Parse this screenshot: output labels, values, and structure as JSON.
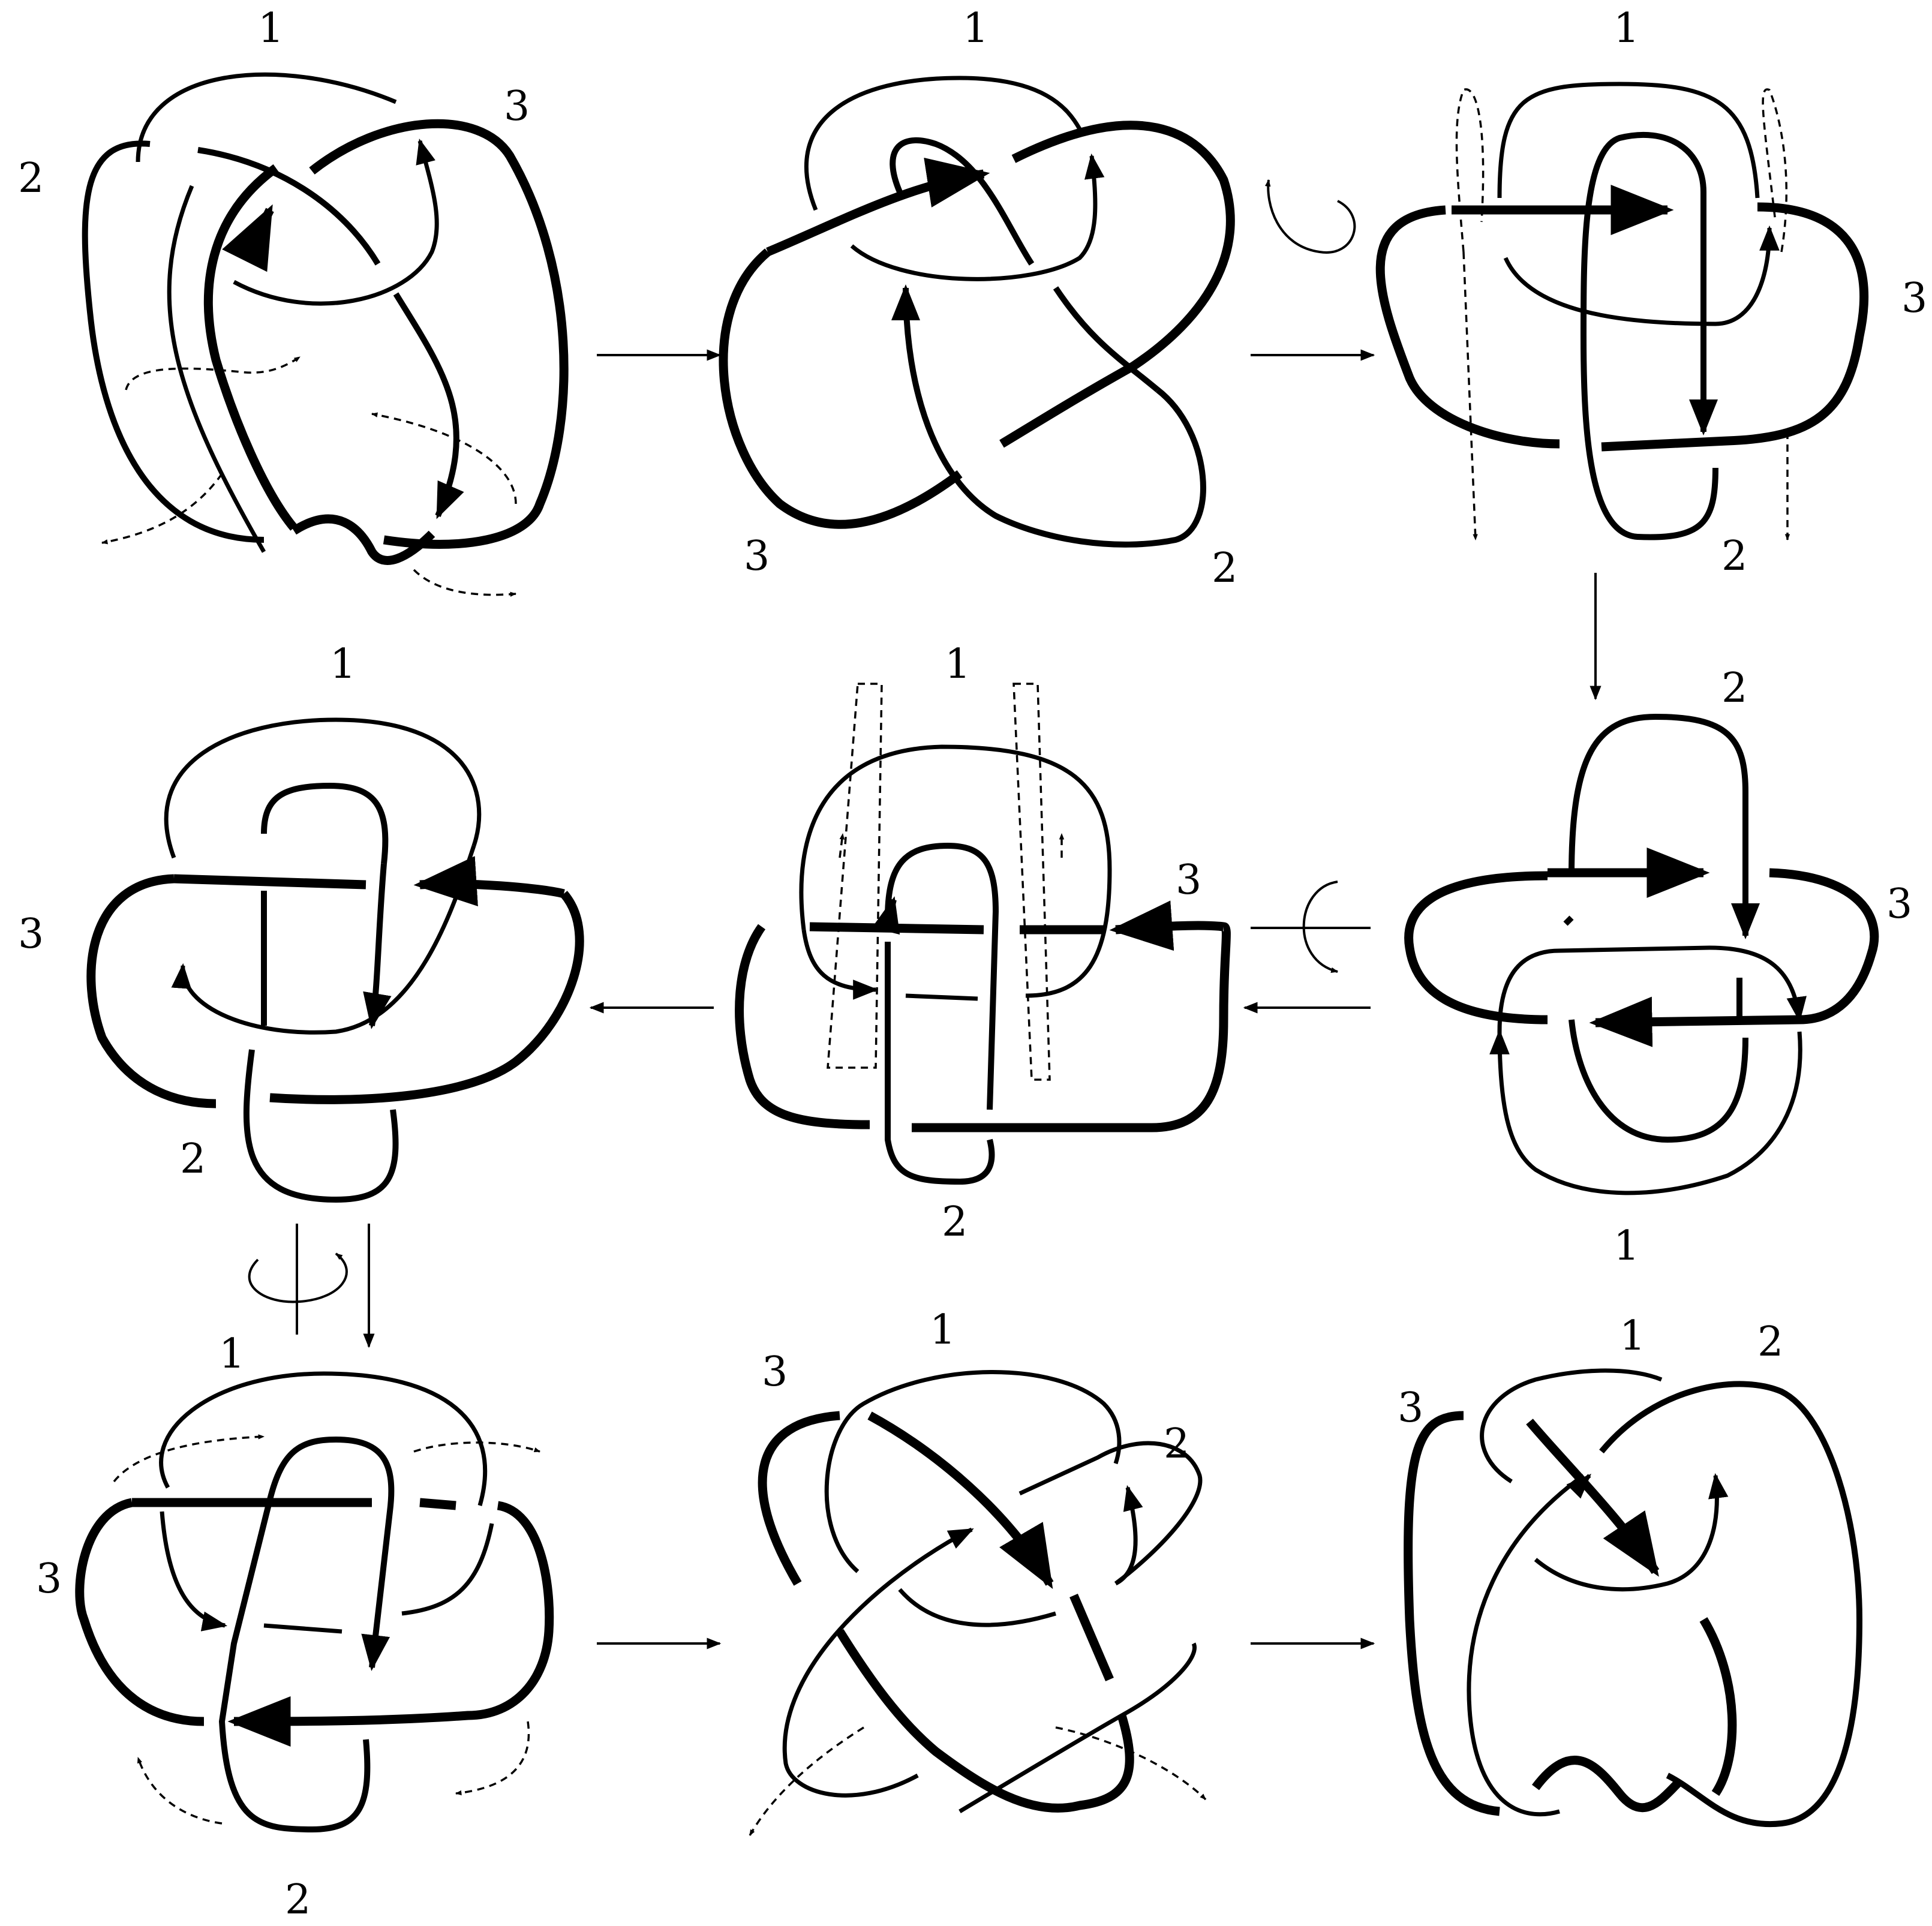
{
  "panels": [
    {
      "id": "p1",
      "labels": [
        "1",
        "2",
        "3"
      ]
    },
    {
      "id": "p2",
      "labels": [
        "1",
        "3",
        "2"
      ]
    },
    {
      "id": "p3",
      "labels": [
        "1",
        "3",
        "2"
      ]
    },
    {
      "id": "p4",
      "labels": [
        "1",
        "3",
        "2"
      ]
    },
    {
      "id": "p5",
      "labels": [
        "1",
        "3",
        "2"
      ]
    },
    {
      "id": "p6",
      "labels": [
        "2",
        "3",
        "1"
      ]
    },
    {
      "id": "p7",
      "labels": [
        "1",
        "3",
        "2"
      ]
    },
    {
      "id": "p8",
      "labels": [
        "3",
        "1",
        "2"
      ]
    },
    {
      "id": "p9",
      "labels": [
        "3",
        "1",
        "2"
      ]
    }
  ],
  "icons": [
    "arrow-right-icon",
    "arrow-down-icon",
    "arrow-left-icon",
    "rotate-icon",
    "flip-icon"
  ]
}
